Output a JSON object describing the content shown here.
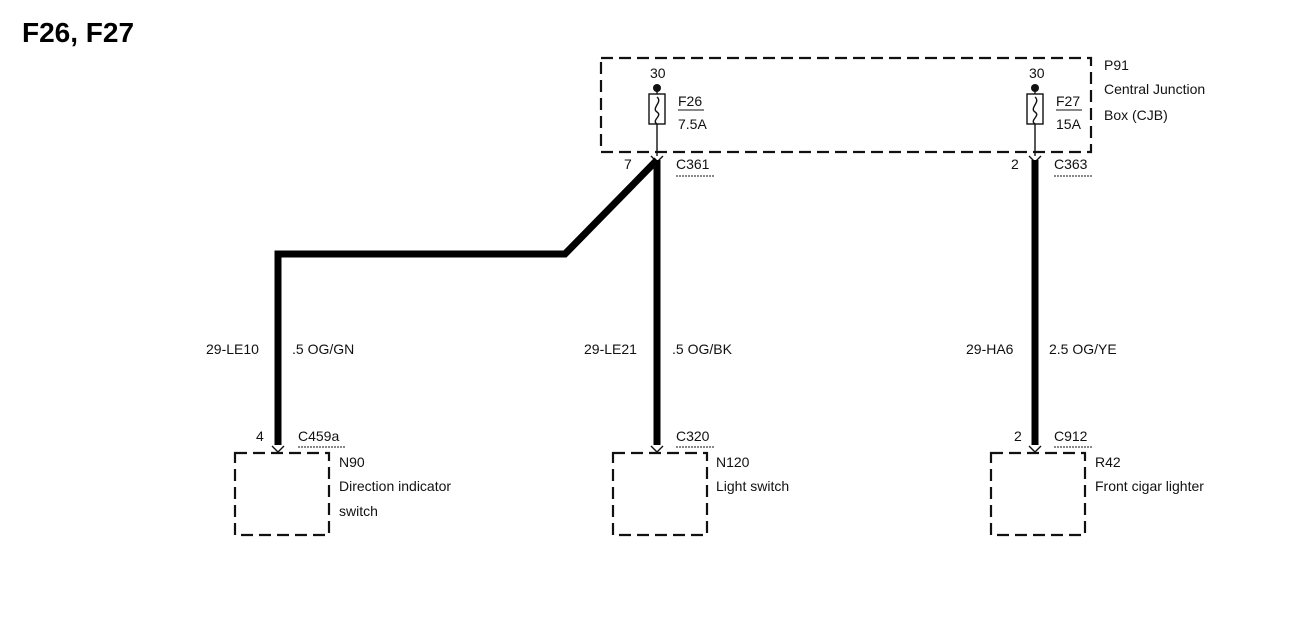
{
  "title": "F26, F27",
  "cjb": {
    "id": "P91",
    "name_line1": "Central Junction",
    "name_line2": "Box (CJB)"
  },
  "fuses": [
    {
      "terminal": "30",
      "id": "F26",
      "rating": "7.5A",
      "pin": "7",
      "connector": "C361"
    },
    {
      "terminal": "30",
      "id": "F27",
      "rating": "15A",
      "pin": "2",
      "connector": "C363"
    }
  ],
  "circuits": [
    {
      "circuit": "29-LE10",
      "wire": ".5 OG/GN"
    },
    {
      "circuit": "29-LE21",
      "wire": ".5 OG/BK"
    },
    {
      "circuit": "29-HA6",
      "wire": "2.5 OG/YE"
    }
  ],
  "components": [
    {
      "pin": "4",
      "connector": "C459a",
      "id": "N90",
      "name_line1": "Direction indicator",
      "name_line2": "switch"
    },
    {
      "pin": "",
      "connector": "C320",
      "id": "N120",
      "name_line1": "Light switch",
      "name_line2": ""
    },
    {
      "pin": "2",
      "connector": "C912",
      "id": "R42",
      "name_line1": "Front cigar lighter",
      "name_line2": ""
    }
  ]
}
